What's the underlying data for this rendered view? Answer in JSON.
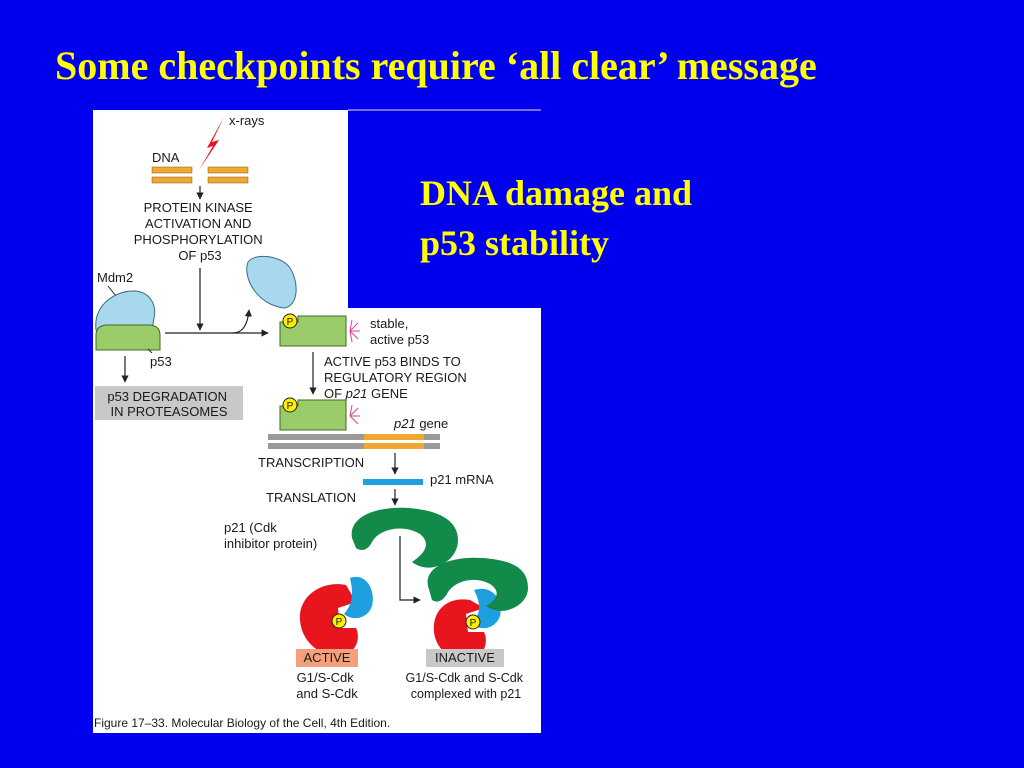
{
  "slide": {
    "title": "Some checkpoints require ‘all clear’ message",
    "subtitle_line1": "DNA damage and",
    "subtitle_line2": "p53 stability"
  },
  "figure": {
    "xrays_label": "x-rays",
    "dna_label": "DNA",
    "kinase_label": [
      "PROTEIN KINASE",
      "ACTIVATION AND",
      "PHOSPHORYLATION",
      "OF p53"
    ],
    "mdm2_label": "Mdm2",
    "p53_label": "p53",
    "degradation_label": [
      "p53 DEGRADATION",
      "IN PROTEASOMES"
    ],
    "phospho_symbol": "P",
    "stable_label": [
      "stable,",
      "active p53"
    ],
    "binds_label": [
      "ACTIVE p53 BINDS TO",
      "REGULATORY REGION",
      "OF ",
      "p21",
      " GENE"
    ],
    "gene_label": [
      "p21",
      " gene"
    ],
    "transcription_label": "TRANSCRIPTION",
    "mrna_label": "p21 mRNA",
    "translation_label": "TRANSLATION",
    "inhibitor_label": [
      "p21 (Cdk",
      "inhibitor protein)"
    ],
    "active_badge": "ACTIVE",
    "active_desc": [
      "G1/S-Cdk",
      "and S-Cdk"
    ],
    "inactive_badge": "INACTIVE",
    "inactive_desc": [
      "G1/S-Cdk and S-Cdk",
      "complexed with p21"
    ],
    "caption": "Figure 17–33. Molecular Biology of the Cell, 4th Edition."
  },
  "colors": {
    "background": "#0000ee",
    "title": "#ffff00",
    "p53_green": "#9acd6a",
    "mdm2_blue": "#a8d8ee",
    "dna_orange": "#f0a830",
    "cdk_red": "#e8141e",
    "cyclin_blue": "#1ea0e0",
    "p21_green": "#118a4a"
  }
}
